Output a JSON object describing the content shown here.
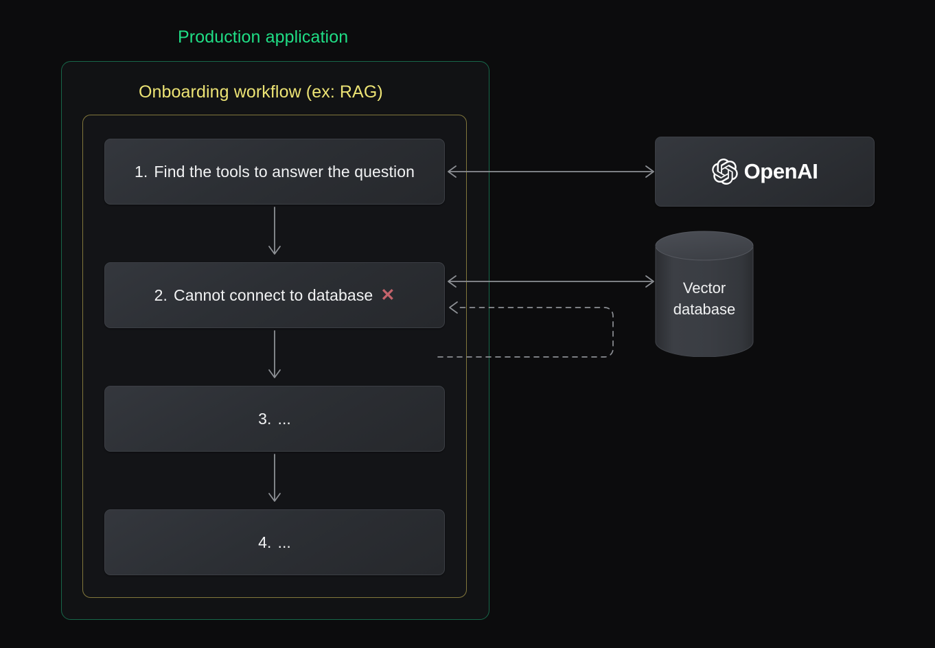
{
  "diagram": {
    "background_color": "#0c0c0d",
    "outer_container": {
      "label": "Production application",
      "border_color": "#17684a",
      "label_color": "#20dd85"
    },
    "inner_container": {
      "label": "Onboarding workflow (ex: RAG)",
      "border_color": "#83783c",
      "label_color": "#ece374"
    },
    "steps": [
      {
        "number": "1.",
        "text": "Find the tools to answer the question",
        "status": ""
      },
      {
        "number": "2.",
        "text": "Cannot connect to database",
        "status": "✕"
      },
      {
        "number": "3.",
        "text": "...",
        "status": ""
      },
      {
        "number": "4.",
        "text": "...",
        "status": ""
      }
    ],
    "external": {
      "openai": {
        "icon": "openai-logo-icon",
        "label": "OpenAI"
      },
      "vector_database": {
        "icon": "database-cylinder-icon",
        "line1": "Vector",
        "line2": "database"
      }
    },
    "connectors": {
      "step1_to_openai": "bidirectional",
      "step2_to_database": "bidirectional",
      "retry_loop": "dashed-feedback-loop"
    },
    "colors": {
      "error_x": "#c4636b",
      "arrow": "#8d9095",
      "step_text": "#f2f3f4"
    }
  }
}
